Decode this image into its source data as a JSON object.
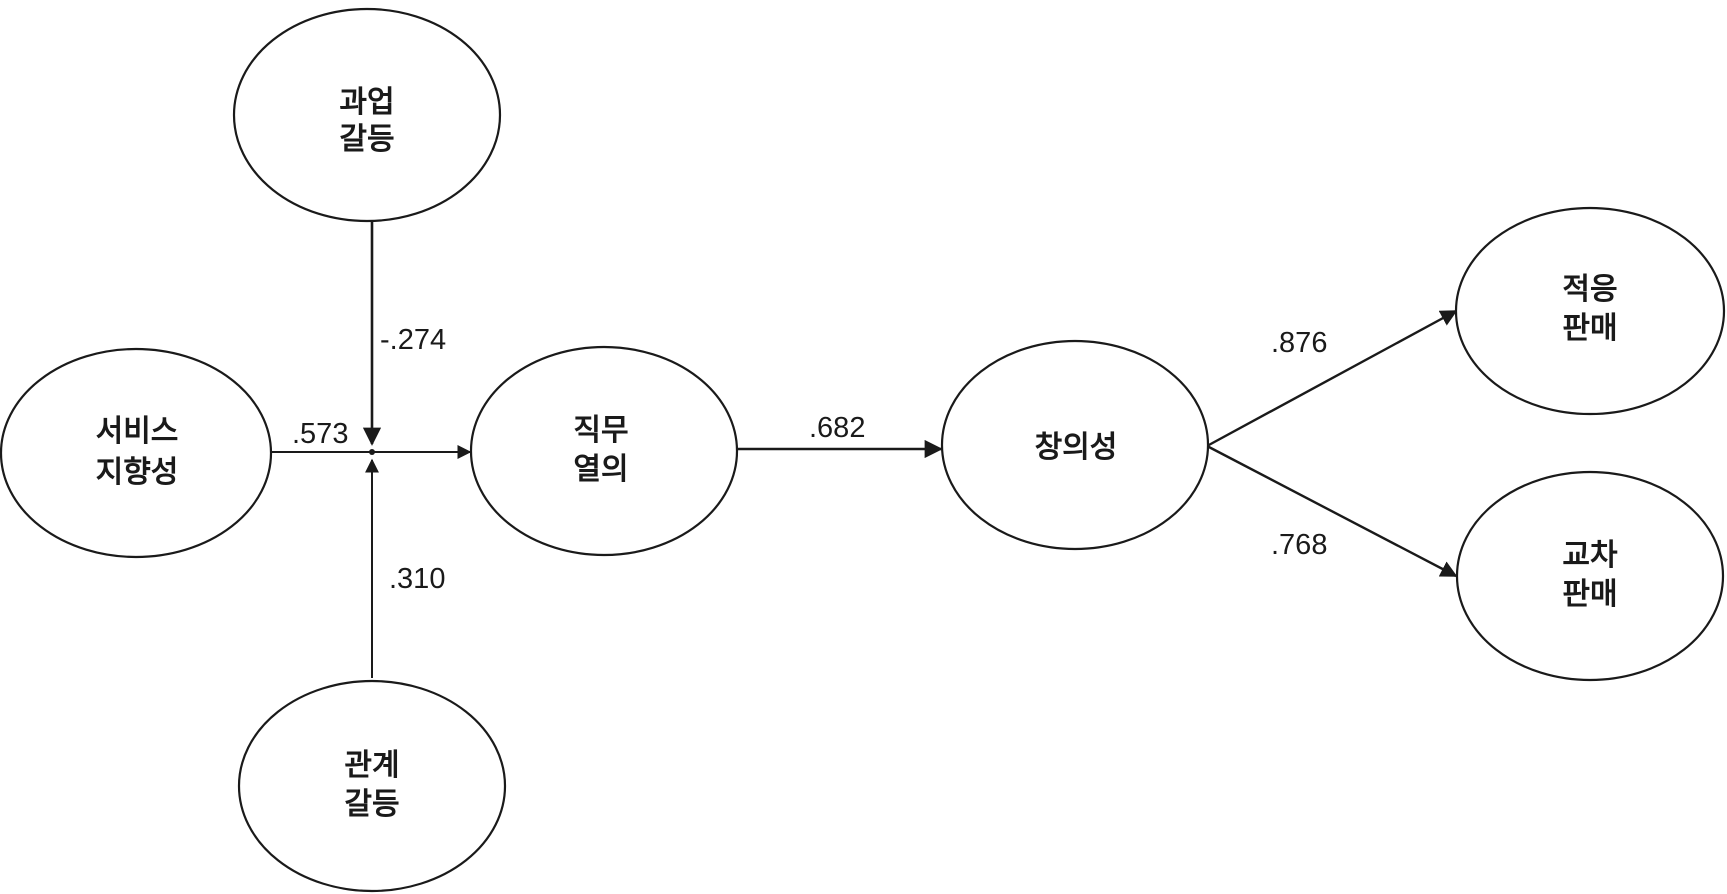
{
  "nodes": {
    "task_conflict": [
      "과업",
      "갈등"
    ],
    "service_orientation": [
      "서비스",
      "지향성"
    ],
    "relationship_conflict": [
      "관계",
      "갈등"
    ],
    "job_passion": [
      "직무",
      "열의"
    ],
    "creativity": [
      "창의성"
    ],
    "adaptive_selling": [
      "적응",
      "판매"
    ],
    "cross_selling": [
      "교차",
      "판매"
    ]
  },
  "paths": {
    "task_conflict_moderation": "-.274",
    "service_to_passion": ".573",
    "relationship_conflict_moderation": ".310",
    "passion_to_creativity": ".682",
    "creativity_to_adaptive": ".876",
    "creativity_to_cross": ".768"
  }
}
